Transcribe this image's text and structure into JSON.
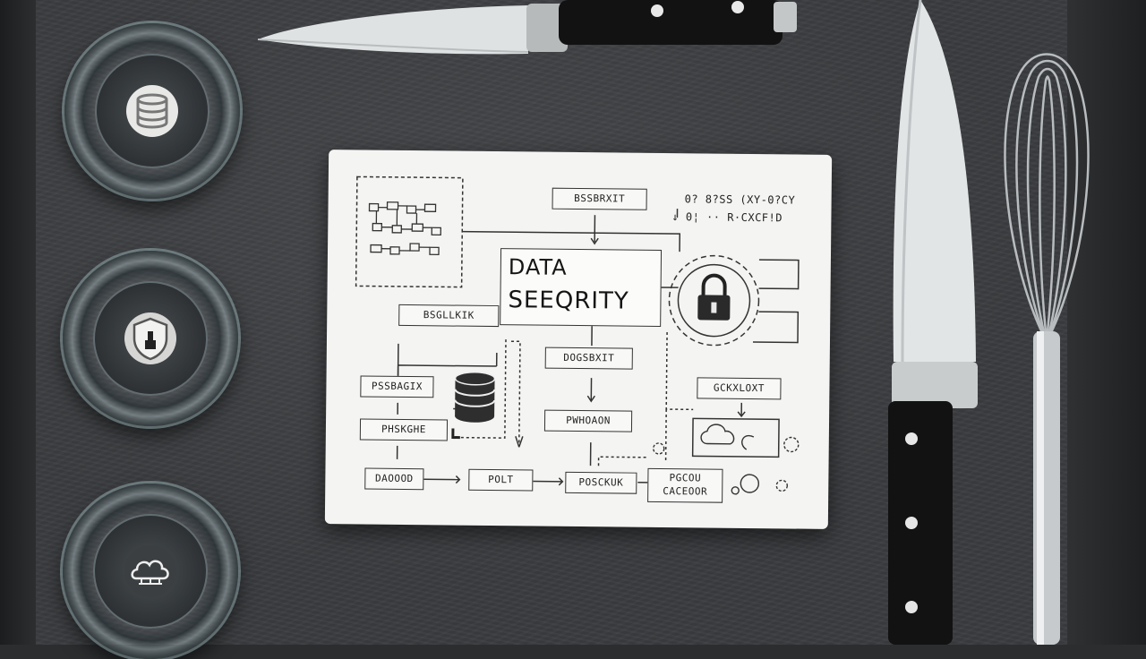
{
  "card": {
    "title_line1": "DATA",
    "title_line2": "SEEQRITY",
    "labels": {
      "top_box": "BSSBRXIT",
      "top_right_line1": "0? 8?SS (XY-0?CY",
      "top_right_line2": "↓ 0¦ ·· R·CXCF!D",
      "left_mid": "BSGLLKIK",
      "left_a": "PSSBAGIX",
      "left_b": "PHSKGHE",
      "left_c": "DAOOOD",
      "center_a": "DOGSBXIT",
      "center_b": "PWHOAON",
      "bottom_mid": "POLT",
      "bottom_right_a": "POSCKUK",
      "bottom_right_b_line1": "PGCOU",
      "bottom_right_b_line2": "CACEOOR",
      "right_box": "GCKXLOXT"
    },
    "icons": [
      "database-icon",
      "padlock-icon",
      "cloud-icon",
      "network-grid-icon"
    ]
  },
  "bowls": [
    {
      "icon": "database-icon"
    },
    {
      "icon": "shield-icon"
    },
    {
      "icon": "cloud-icon"
    }
  ],
  "utensils": [
    "paring-knife",
    "chef-knife",
    "whisk"
  ],
  "colors": {
    "slate": "#3a3c3f",
    "card": "#f4f4f2",
    "ink": "#222222",
    "knife_handle": "#111111",
    "blade": "#d9dcde"
  }
}
